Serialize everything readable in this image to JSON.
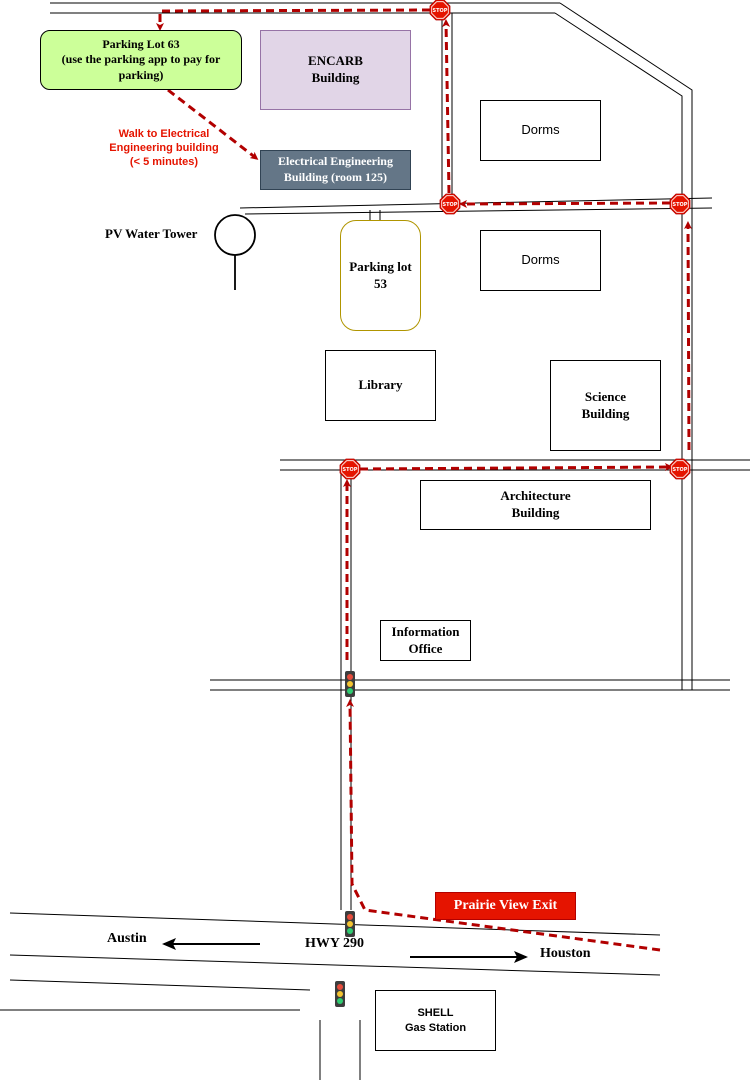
{
  "buildings": {
    "parking_lot_63": "Parking Lot 63\n(use the parking app to pay for parking)",
    "encarb": "ENCARB\nBuilding",
    "electrical_engineering": "Electrical Engineering\nBuilding (room 125)",
    "dorms_1": "Dorms",
    "dorms_2": "Dorms",
    "parking_lot_53": "Parking lot\n53",
    "library": "Library",
    "science": "Science\nBuilding",
    "architecture": "Architecture\nBuilding",
    "information_office": "Information\nOffice",
    "shell": "SHELL\nGas Station"
  },
  "labels": {
    "walk_note": "Walk to Electrical\nEngineering building\n(< 5 minutes)",
    "water_tower": "PV Water Tower",
    "prairie_view_exit": "Prairie View Exit",
    "austin": "Austin",
    "hwy": "HWY 290",
    "houston": "Houston"
  },
  "stop_sign_text": "STOP",
  "colors": {
    "route": "#b20000",
    "stop_sign": "#e51400",
    "parking_63_fill": "#ccff99",
    "encarb_fill": "#e1d5e7",
    "ee_fill": "#647687",
    "lot53_border": "#b09500",
    "walk_text": "#e51400"
  },
  "icons": [
    "stop-sign-icon",
    "traffic-light-icon",
    "water-tower-icon",
    "arrow-left-icon",
    "arrow-right-icon"
  ]
}
